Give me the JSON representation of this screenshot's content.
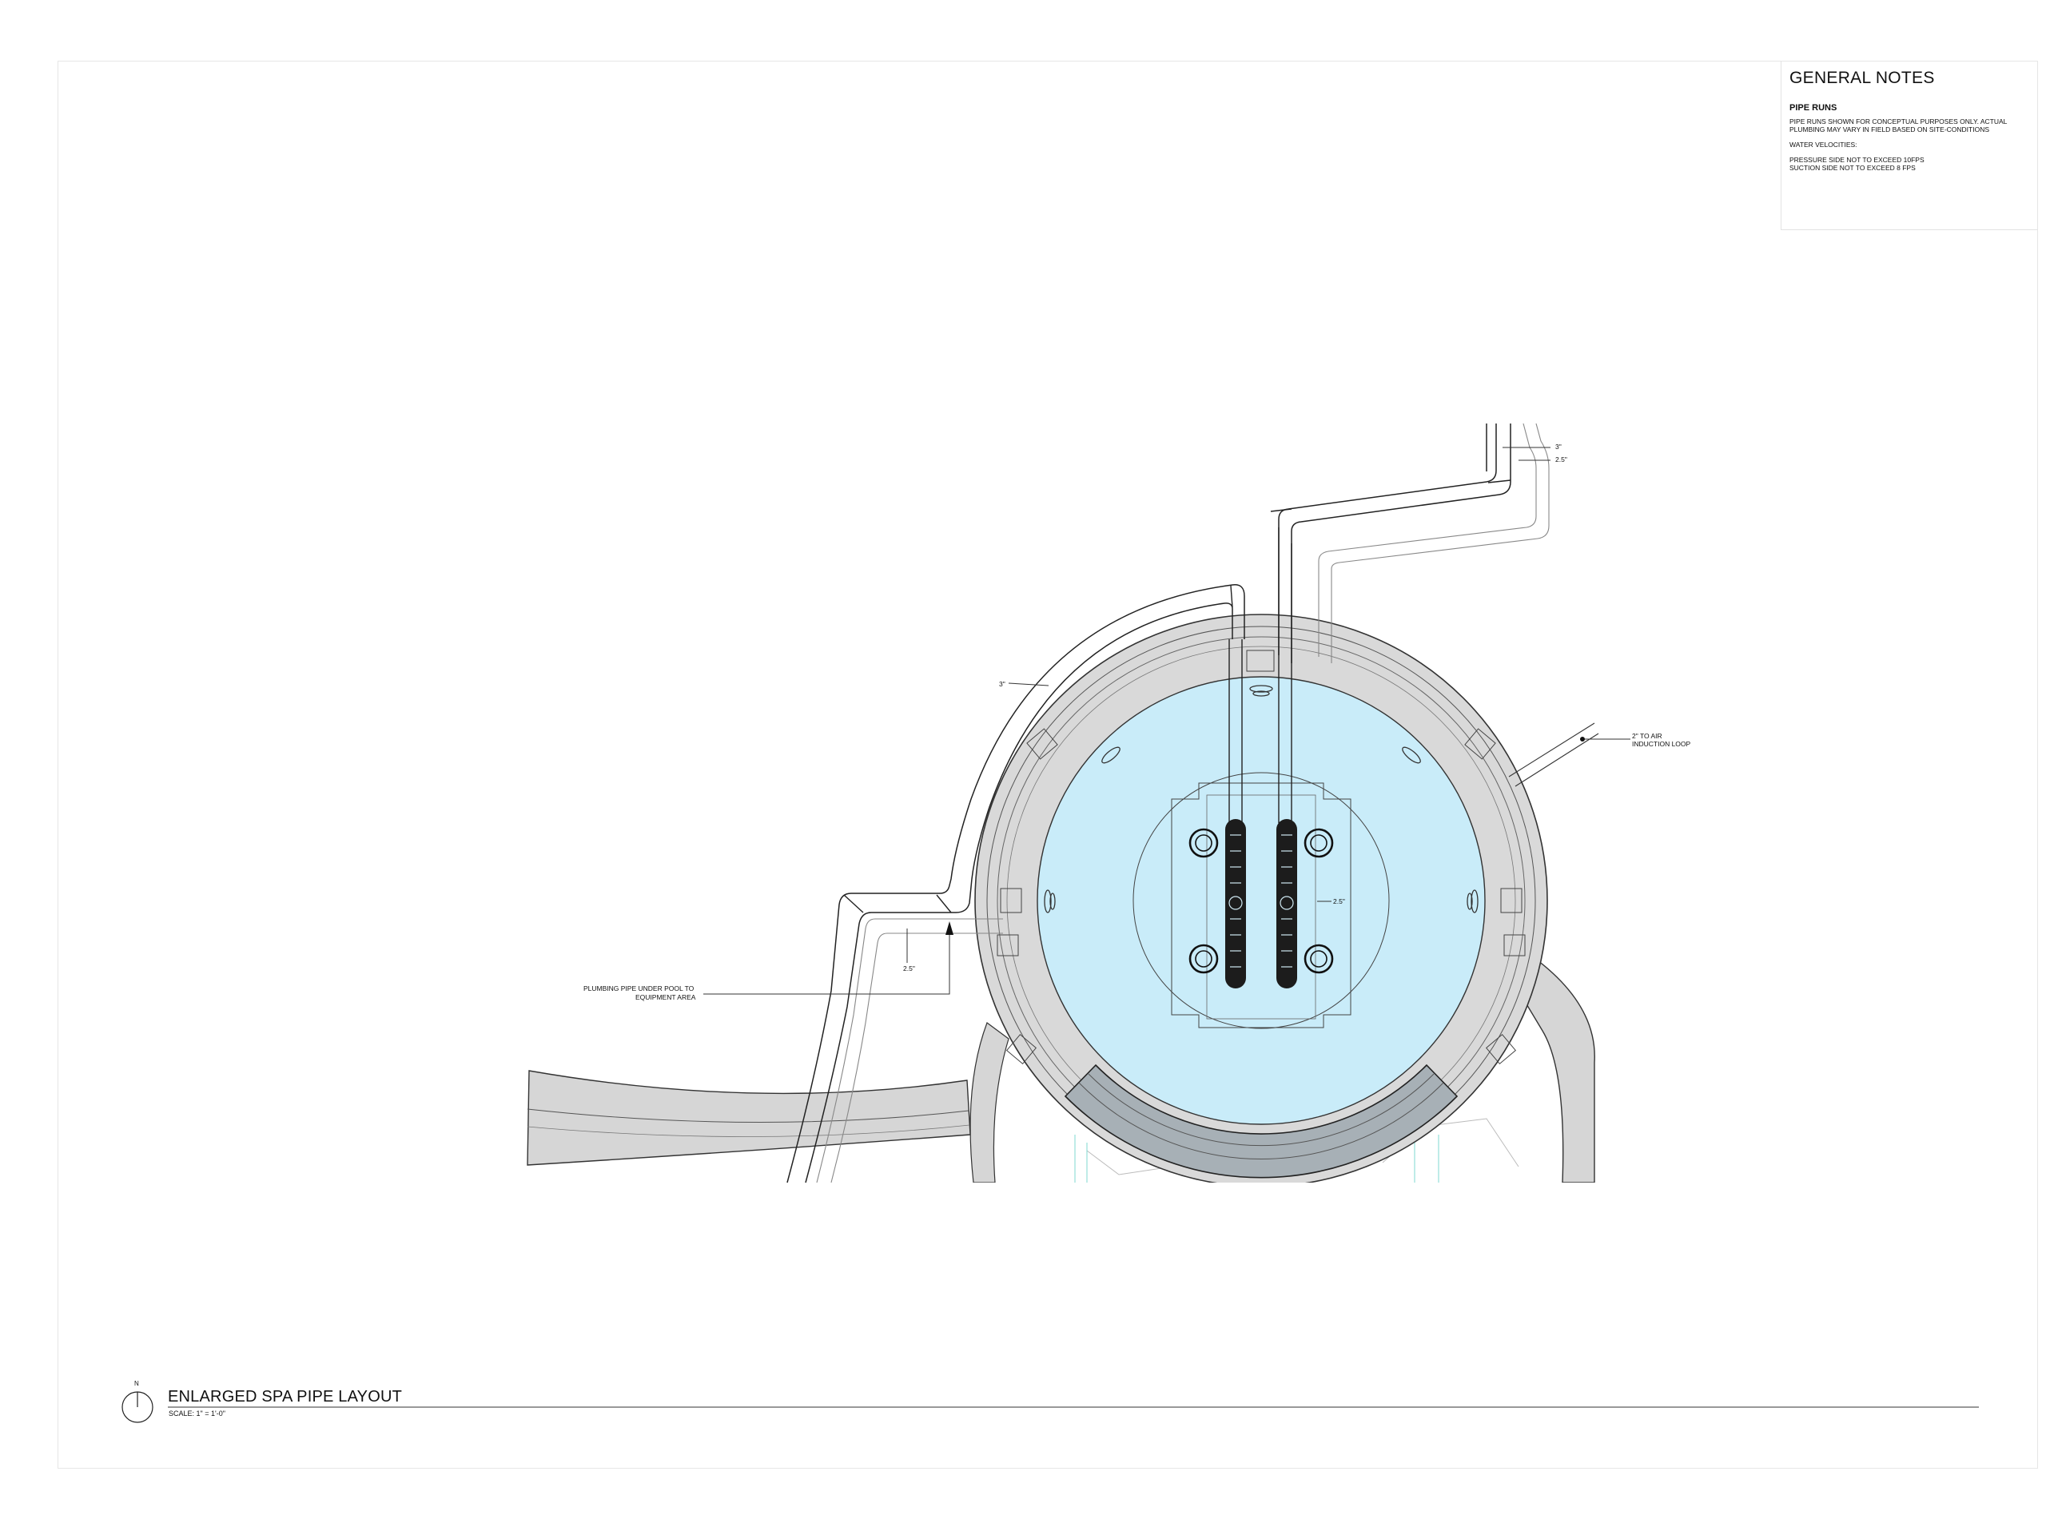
{
  "general_notes": {
    "heading": "GENERAL NOTES",
    "section_title": "PIPE RUNS",
    "lines": [
      "PIPE RUNS SHOWN FOR CONCEPTUAL PURPOSES ONLY. ACTUAL",
      "PLUMBING MAY VARY IN FIELD BASED ON SITE-CONDITIONS",
      "",
      "WATER VELOCITIES:",
      "",
      "PRESSURE SIDE NOT TO EXCEED 10FPS",
      "SUCTION SIDE NOT TO EXCEED 8 FPS"
    ]
  },
  "callouts": {
    "pipe_3in_top": "3\"",
    "pipe_25in_top": "2.5\"",
    "pipe_3in_left": "3\"",
    "air_line1": "2\" TO AIR",
    "air_line2": "INDUCTION LOOP",
    "pipe_25in_center": "2.5\"",
    "pipe_25in_left": "2.5\"",
    "plumbing_line1": "PLUMBING PIPE UNDER POOL TO",
    "plumbing_line2": "EQUIPMENT AREA"
  },
  "title": {
    "north_label": "N",
    "main": "ENLARGED SPA PIPE LAYOUT",
    "scale": "SCALE: 1\" = 1'-0\""
  },
  "colors": {
    "water": "#c9ecf9",
    "deck": "#d9d9d9",
    "bench": "#a7b0b6",
    "line": "#222222"
  }
}
